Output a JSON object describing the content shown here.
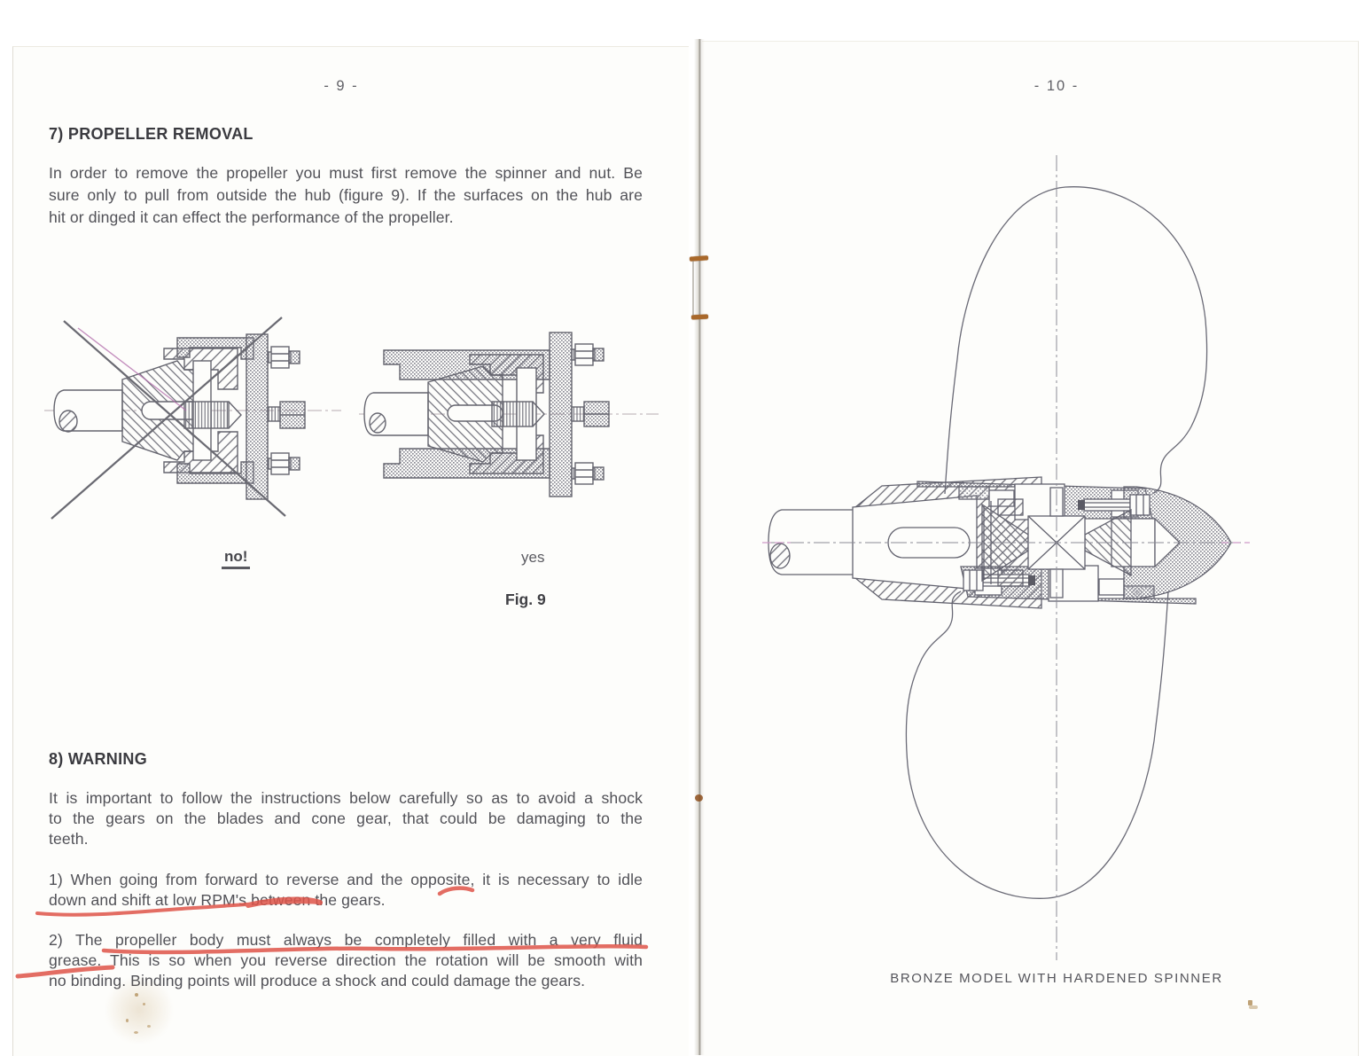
{
  "page_left": {
    "page_number": "- 9 -",
    "section7_title": "7) PROPELLER REMOVAL",
    "intro_lines": [
      "In order to remove the propeller you must first remove the spinner and nut. Be",
      "sure only to pull from outside the hub (figure 9). If the surfaces on the hub are",
      "hit or dinged it can effect the performance of the propeller."
    ],
    "figure9": {
      "no_label": "no!",
      "yes_label": "yes",
      "fig_label": "Fig. 9"
    },
    "section8_title": "8) WARNING",
    "warning_lines": [
      "It is important to follow the instructions below carefully so as to avoid a shock",
      "to the gears on the blades and cone gear, that could be damaging to the",
      "teeth."
    ],
    "item1_lines": [
      "1) When going from forward to reverse and the opposite, it is necessary to idle",
      "down and shift at low RPM's between the gears."
    ],
    "item2_lines": [
      "2) The propeller body must always be completely filled with a very fluid",
      "grease. This is so when you reverse direction the rotation will be smooth with",
      "no binding. Binding points will produce a shock and could damage the gears."
    ]
  },
  "page_right": {
    "page_number": "- 10 -",
    "caption": "BRONZE MODEL WITH HARDENED SPINNER"
  },
  "colors": {
    "ink": "#515157",
    "heading_ink": "#3a3a3f",
    "drawing_line": "#64646e",
    "red_marker": "#df5449",
    "paper": "#fdfdfb"
  }
}
